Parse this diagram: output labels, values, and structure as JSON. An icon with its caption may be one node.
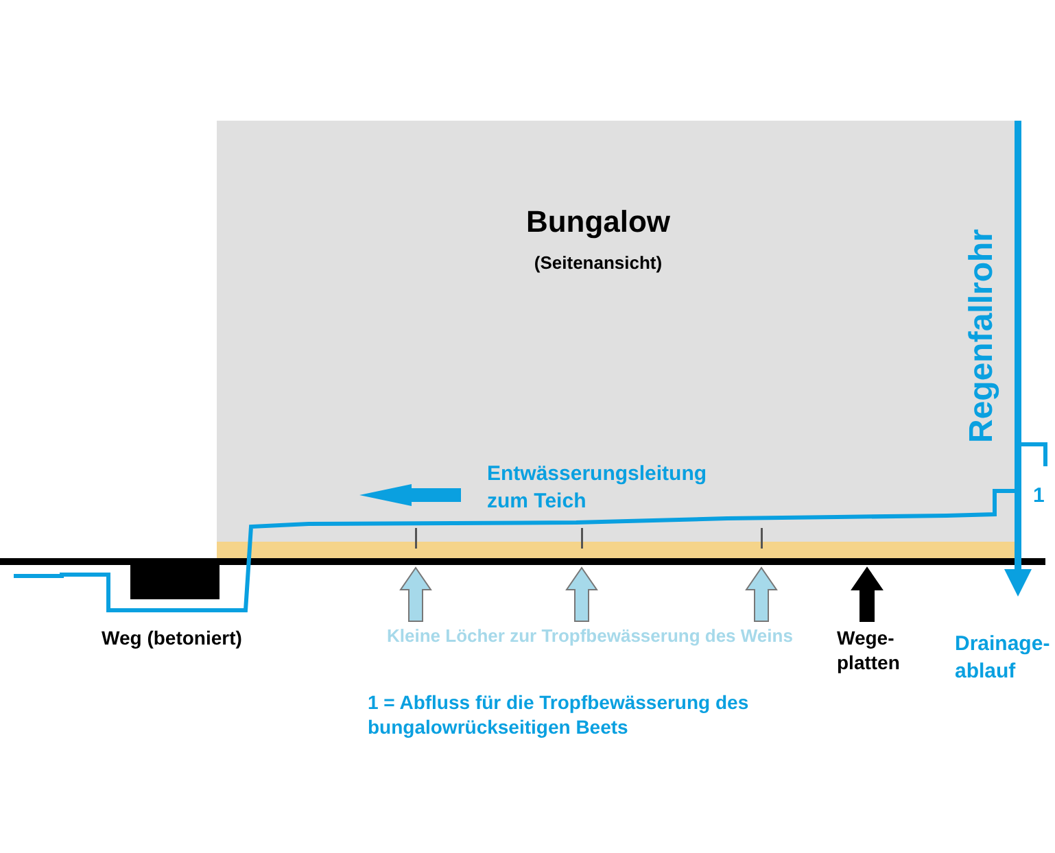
{
  "diagram": {
    "nodes": [
      {
        "text": [
          "Bungalow",
          "(Seitenansicht)"
        ]
      },
      {
        "text": [
          "Kleine Löcher zur Tropfbewässerung des Weins"
        ]
      },
      {
        "text": [],
        "shape": "bar"
      },
      {
        "text": [],
        "shape": "bar"
      },
      {
        "text": [],
        "shape": "bar"
      },
      {
        "text": [
          "Wege- platten"
        ]
      }
    ],
    "edges": [
      {
        "from": 1,
        "to": 2,
        "arrow": "to"
      },
      {
        "from": 1,
        "to": 3,
        "arrow": "to"
      },
      {
        "from": 1,
        "to": 4,
        "arrow": "to"
      },
      {
        "from": 5,
        "to": null,
        "arrow": "to"
      }
    ],
    "labels": [
      "Entwässerungsleitung zum Teich",
      "Regenfallrohr",
      "1",
      "Weg (betoniert)",
      "Drainage- ablauf",
      "1 = Abfluss für die Tropfbewässerung des bungalowrückseitigen Beets"
    ]
  }
}
